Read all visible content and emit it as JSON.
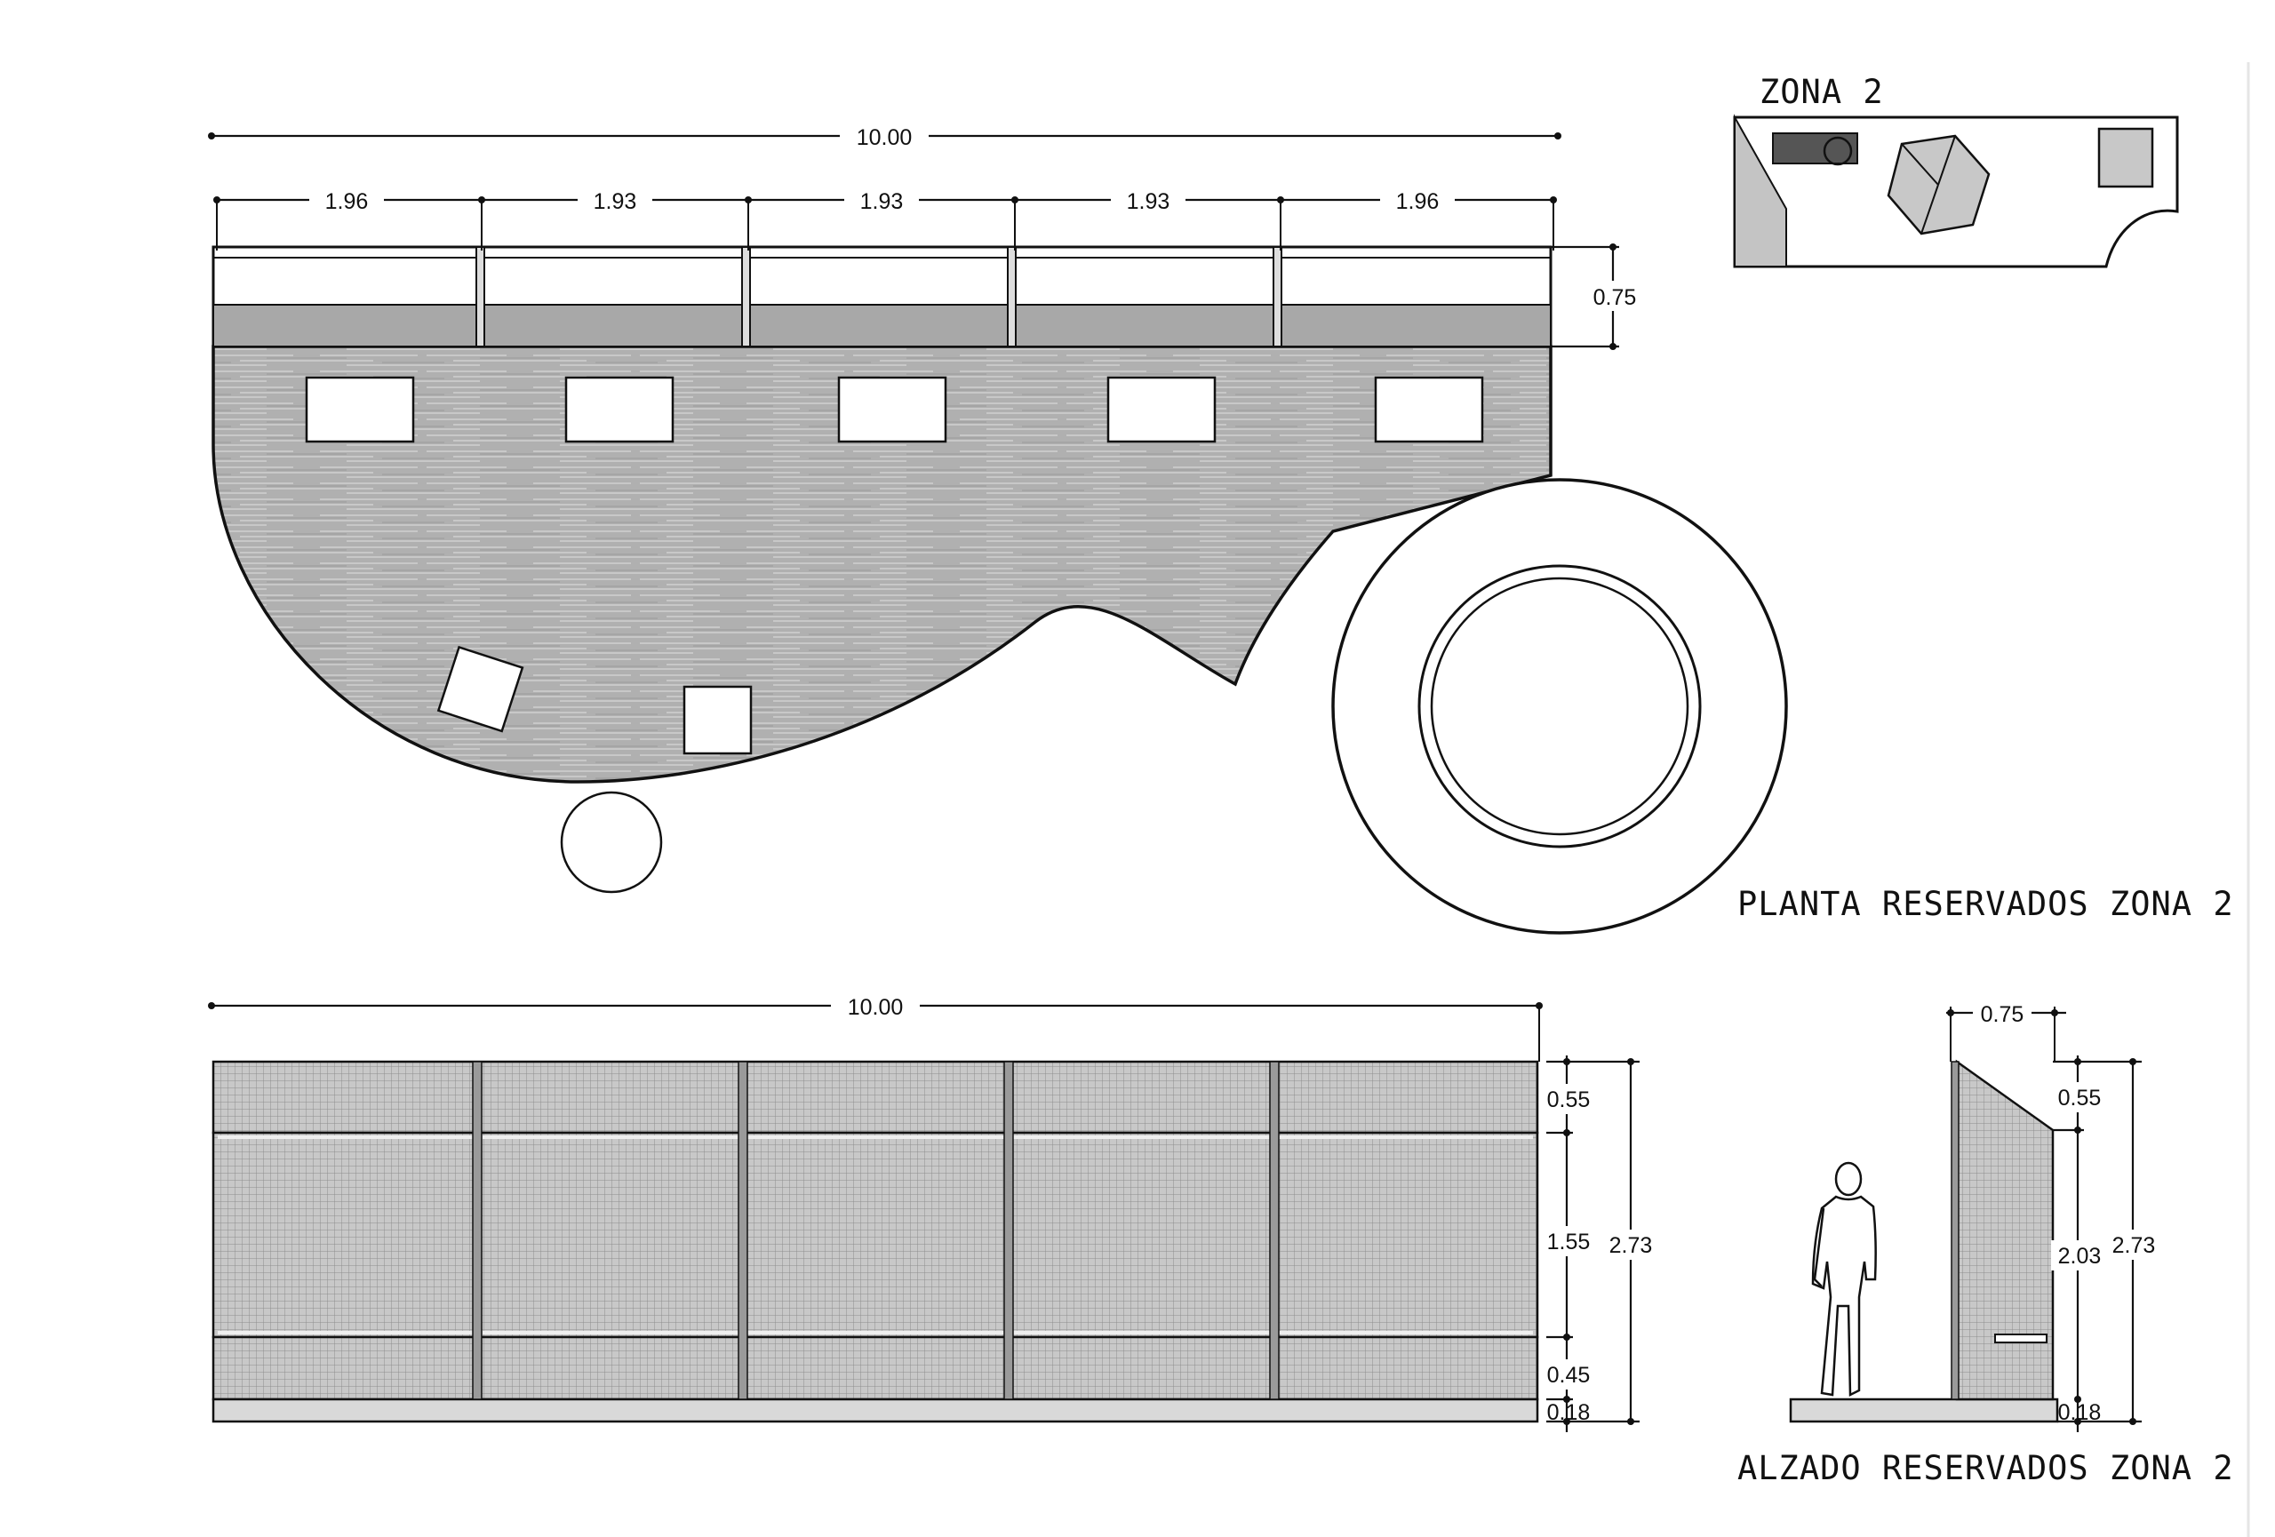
{
  "zone_label": "ZONA 2",
  "plan_title": "PLANTA RESERVADOS ZONA 2",
  "elevation_title": "ALZADO RESERVADOS ZONA 2",
  "plan_dims": {
    "overall": "10.00",
    "segments": [
      "1.96",
      "1.93",
      "1.93",
      "1.93",
      "1.96"
    ],
    "depth": "0.75"
  },
  "elevation_dims": {
    "overall": "10.00",
    "top": "0.55",
    "middle": "1.55",
    "bottom": "0.45",
    "base": "0.18",
    "total": "2.73"
  },
  "section_dims": {
    "width": "0.75",
    "top": "0.55",
    "height": "2.03",
    "total": "2.73",
    "base": "0.18"
  },
  "colors": {
    "ink": "#111111",
    "floor": "#b3b3b3",
    "mesh": "#c4c4c4",
    "base_strip": "#d9d9d9"
  }
}
